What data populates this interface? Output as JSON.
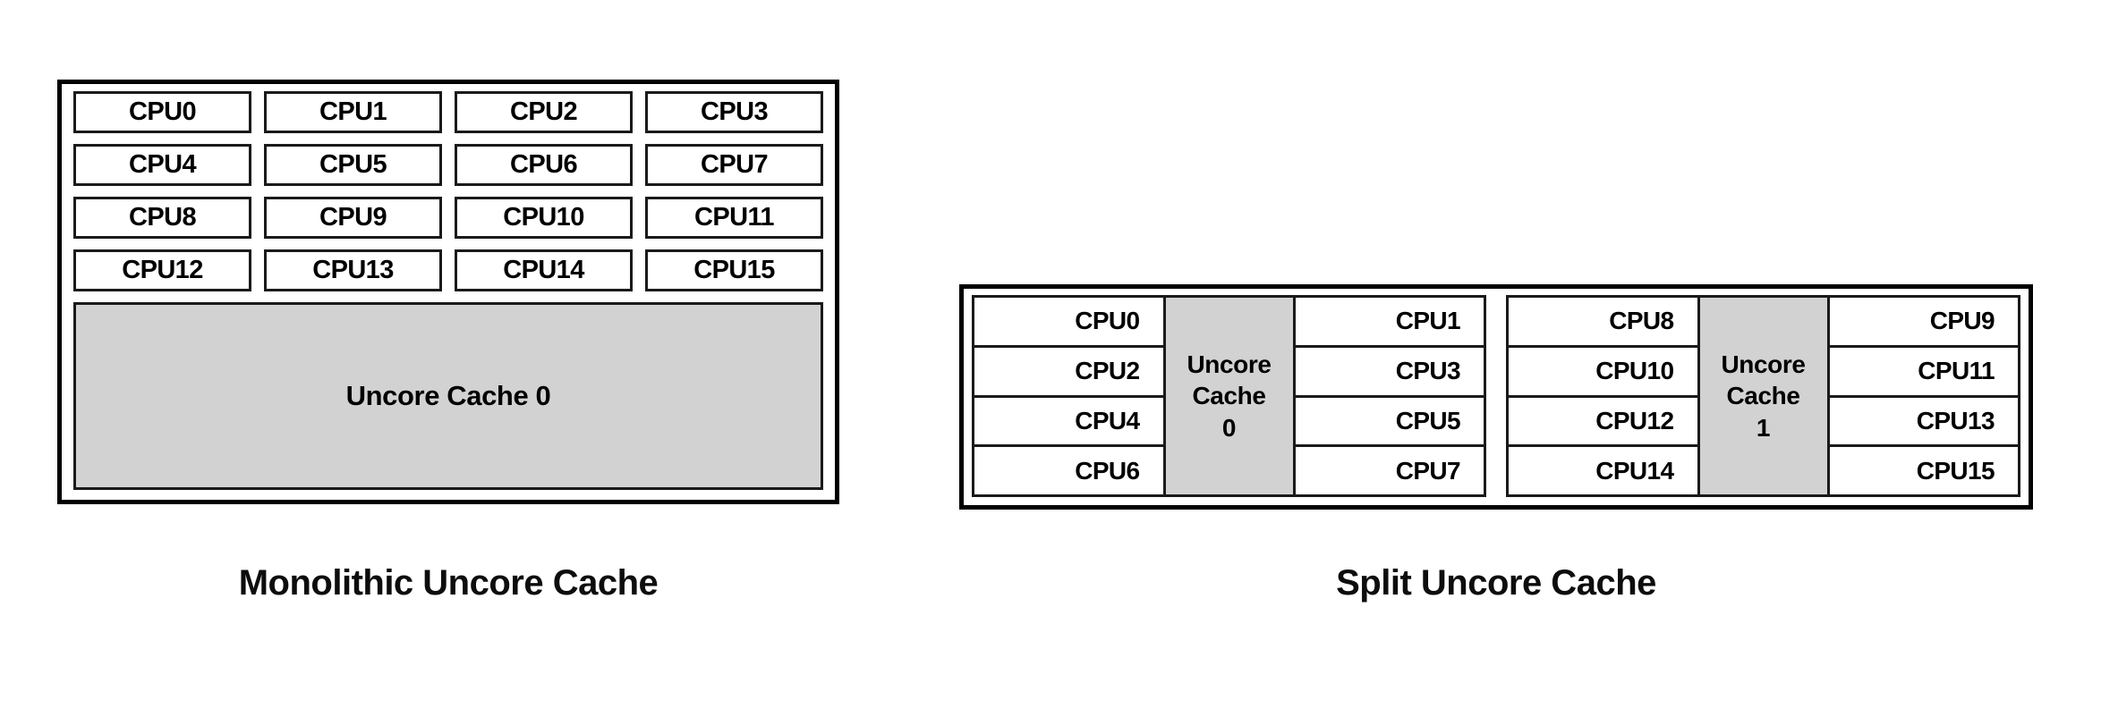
{
  "figures": [
    {
      "id": "monolithic",
      "caption": "Monolithic Uncore Cache",
      "cpu_rows": [
        [
          "CPU0",
          "CPU1",
          "CPU2",
          "CPU3"
        ],
        [
          "CPU4",
          "CPU5",
          "CPU6",
          "CPU7"
        ],
        [
          "CPU8",
          "CPU9",
          "CPU10",
          "CPU11"
        ],
        [
          "CPU12",
          "CPU13",
          "CPU14",
          "CPU15"
        ]
      ],
      "cache_label": "Uncore Cache 0"
    },
    {
      "id": "split",
      "caption": "Split Uncore Cache",
      "groups": [
        {
          "left_cpus": [
            "CPU0",
            "CPU2",
            "CPU4",
            "CPU6"
          ],
          "cache_lines": [
            "Uncore",
            "Cache",
            "0"
          ],
          "right_cpus": [
            "CPU1",
            "CPU3",
            "CPU5",
            "CPU7"
          ]
        },
        {
          "left_cpus": [
            "CPU8",
            "CPU10",
            "CPU12",
            "CPU14"
          ],
          "cache_lines": [
            "Uncore",
            "Cache",
            "1"
          ],
          "right_cpus": [
            "CPU9",
            "CPU11",
            "CPU13",
            "CPU15"
          ]
        }
      ]
    }
  ],
  "colors": {
    "background": "#ffffff",
    "outline": "#000000",
    "box_outline": "#1a1a1a",
    "cache_fill": "#d2d2d2",
    "text": "#000000"
  }
}
